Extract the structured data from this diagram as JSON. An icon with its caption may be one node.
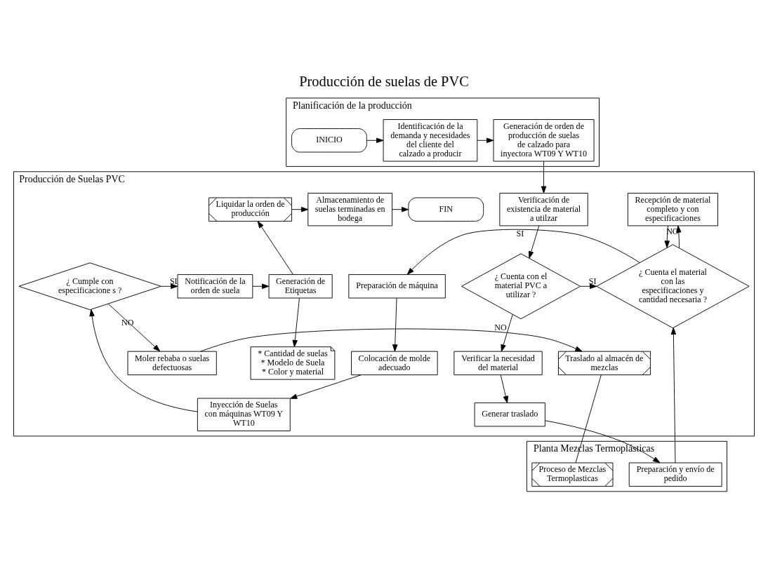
{
  "diagram": {
    "title": "Producción de suelas de PVC",
    "nodes": [
      {
        "text": [
          "Planificación de la producción"
        ]
      },
      {
        "text": [
          "INICIO"
        ],
        "in": 0
      },
      {
        "text": [
          "Identificación de la demanda y necesidades del cliente del calzado a producir"
        ],
        "in": 0
      },
      {
        "text": [
          "Generación de orden de producción de suelas de calzado para inyectora WT09 Y WT10"
        ],
        "in": 0
      },
      {
        "text": [
          "Producción de Suelas PVC"
        ]
      },
      {
        "text": [
          "Verificación de existencia de material a utilzar"
        ],
        "in": 4
      },
      {
        "text": [
          "Recepción de material completo y con especificaciones"
        ],
        "in": 4
      },
      {
        "text": [
          "¿ Cuenta con el material PVC a utilizar ?"
        ],
        "in": 4
      },
      {
        "text": [
          "¿ Cuenta el material con las especificaciones y cantidad necesaria ?"
        ],
        "in": 4
      },
      {
        "text": [
          "Preparación de máquina"
        ],
        "in": 4
      },
      {
        "text": [
          "Colocación de molde adecuado"
        ],
        "in": 4
      },
      {
        "text": [
          "Inyección de Suelas con máquinas WT09 Y WT10"
        ],
        "in": 4
      },
      {
        "text": [
          "¿ Cumple con especificacione s ?"
        ],
        "in": 4
      },
      {
        "text": [
          "FIN"
        ],
        "in": 4
      },
      {
        "text": [
          "Almacenamiento de suelas terminadas en bodega"
        ],
        "in": 4
      },
      {
        "text": [
          "Liquidar la orden de producción"
        ],
        "in": 4
      },
      {
        "text": [
          "Notificación de la orden de suela"
        ],
        "in": 4
      },
      {
        "text": [
          "Generación de Etiquetas"
        ],
        "in": 4
      },
      {
        "text": [
          "* Cantidad de suelas",
          "* Modelo de Suela",
          "* Color y material"
        ],
        "in": 4
      },
      {
        "text": [
          "Verificar la necesidad del material"
        ],
        "in": 4
      },
      {
        "text": [
          "Generar traslado"
        ],
        "in": 4
      },
      {
        "text": [
          "Moler rebaba o suelas defectuosas"
        ],
        "in": 4
      },
      {
        "text": [
          "Traslado al almacén de mezclas"
        ],
        "in": 4
      },
      {
        "text": [
          "Planta Mezclas Termoplásticas"
        ]
      },
      {
        "text": [
          "Preparación y envío de pedido"
        ],
        "in": 23
      },
      {
        "text": [
          "Proceso de Mezclas Termoplasticas"
        ],
        "in": 23
      }
    ],
    "edges": [
      {
        "from": 1,
        "to": 2,
        "arrow": "to"
      },
      {
        "from": 2,
        "to": 3,
        "arrow": "to"
      },
      {
        "from": 3,
        "to": 5,
        "arrow": "to"
      },
      {
        "from": 5,
        "to": 7,
        "arrow": "to"
      },
      {
        "from": 7,
        "to": 8,
        "arrow": "to",
        "label": "SI"
      },
      {
        "from": 7,
        "to": 19,
        "arrow": "to",
        "label": "NO"
      },
      {
        "from": 8,
        "to": 6,
        "arrow": "to",
        "label": "NO"
      },
      {
        "from": 6,
        "to": 8,
        "arrow": "to"
      },
      {
        "from": 8,
        "to": 9,
        "arrow": "to",
        "label": "SI"
      },
      {
        "from": 9,
        "to": 10,
        "arrow": "to"
      },
      {
        "from": 10,
        "to": 11,
        "arrow": "to"
      },
      {
        "from": 11,
        "to": 12,
        "arrow": "to"
      },
      {
        "from": 12,
        "to": 16,
        "arrow": "to",
        "label": "SI"
      },
      {
        "from": 12,
        "to": 21,
        "arrow": "to",
        "label": "NO"
      },
      {
        "from": 16,
        "to": 17,
        "arrow": "to"
      },
      {
        "from": 17,
        "to": 15,
        "arrow": "to"
      },
      {
        "from": 17,
        "to": 18,
        "arrow": "to"
      },
      {
        "from": 15,
        "to": 14,
        "arrow": "to"
      },
      {
        "from": 14,
        "to": 13,
        "arrow": "to"
      },
      {
        "from": 21,
        "to": 22,
        "arrow": "to"
      },
      {
        "from": 22,
        "to": 25,
        "arrow": "none"
      },
      {
        "from": 19,
        "to": 20,
        "arrow": "to"
      },
      {
        "from": 20,
        "to": 24,
        "arrow": "to"
      },
      {
        "from": 24,
        "to": 8,
        "arrow": "to"
      }
    ]
  }
}
